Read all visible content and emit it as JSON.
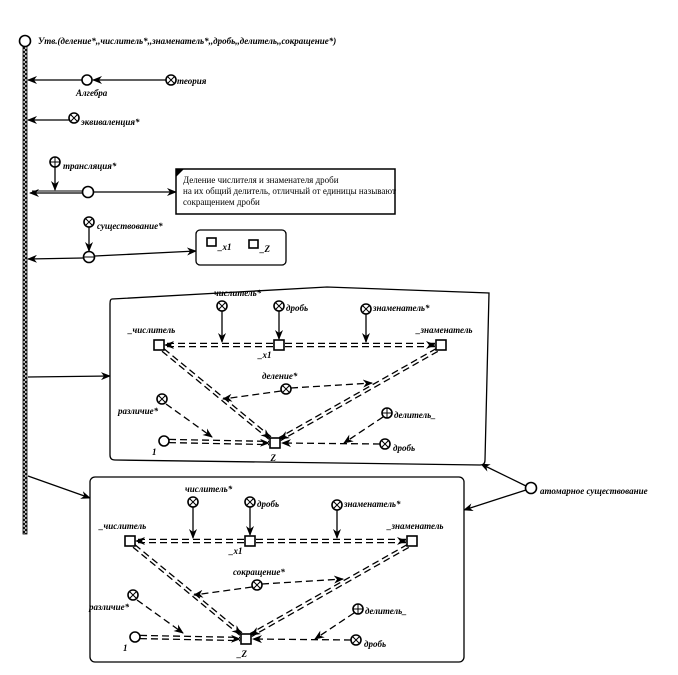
{
  "root": {
    "label": "Утв.(деление*,,числитель*,,знаменатель*,,дробь,,делитель,,сокращение*)"
  },
  "theory": {
    "algebra": "Алгебра",
    "teoria": "теория"
  },
  "equivalence": {
    "label": "эквиваленция*"
  },
  "translation": {
    "label": "трансляция*"
  },
  "note": {
    "lines": [
      "Деление числителя и знаменателя дроби",
      "на их общий делитель, отличный от единицы называют",
      "сокращением дроби"
    ]
  },
  "existence": {
    "label": "существование*",
    "vars": [
      "_x1",
      "_Z"
    ]
  },
  "atomic": {
    "label": "атомарное существование"
  },
  "box1": {
    "chislitel_rel": "числитель*",
    "drob": "дробь",
    "znamenatel_rel": "знаменатель*",
    "chislitel_var": "_числитель",
    "znamenatel_var": "_знаменатель",
    "x1": "_x1",
    "op": "деление*",
    "razlichie": "различие*",
    "one": "1",
    "delitel": "делитель_",
    "drob2": "дробь",
    "z": "_Z"
  },
  "box2": {
    "chislitel_rel": "числитель*",
    "drob": "дробь",
    "znamenatel_rel": "знаменатель*",
    "chislitel_var": "_числитель",
    "znamenatel_var": "_знаменатель",
    "x1": "_x1",
    "op": "сокращение*",
    "razlichie": "различие*",
    "one": "1",
    "delitel": "делитель_",
    "drob2": "дробь",
    "z": "_Z"
  }
}
